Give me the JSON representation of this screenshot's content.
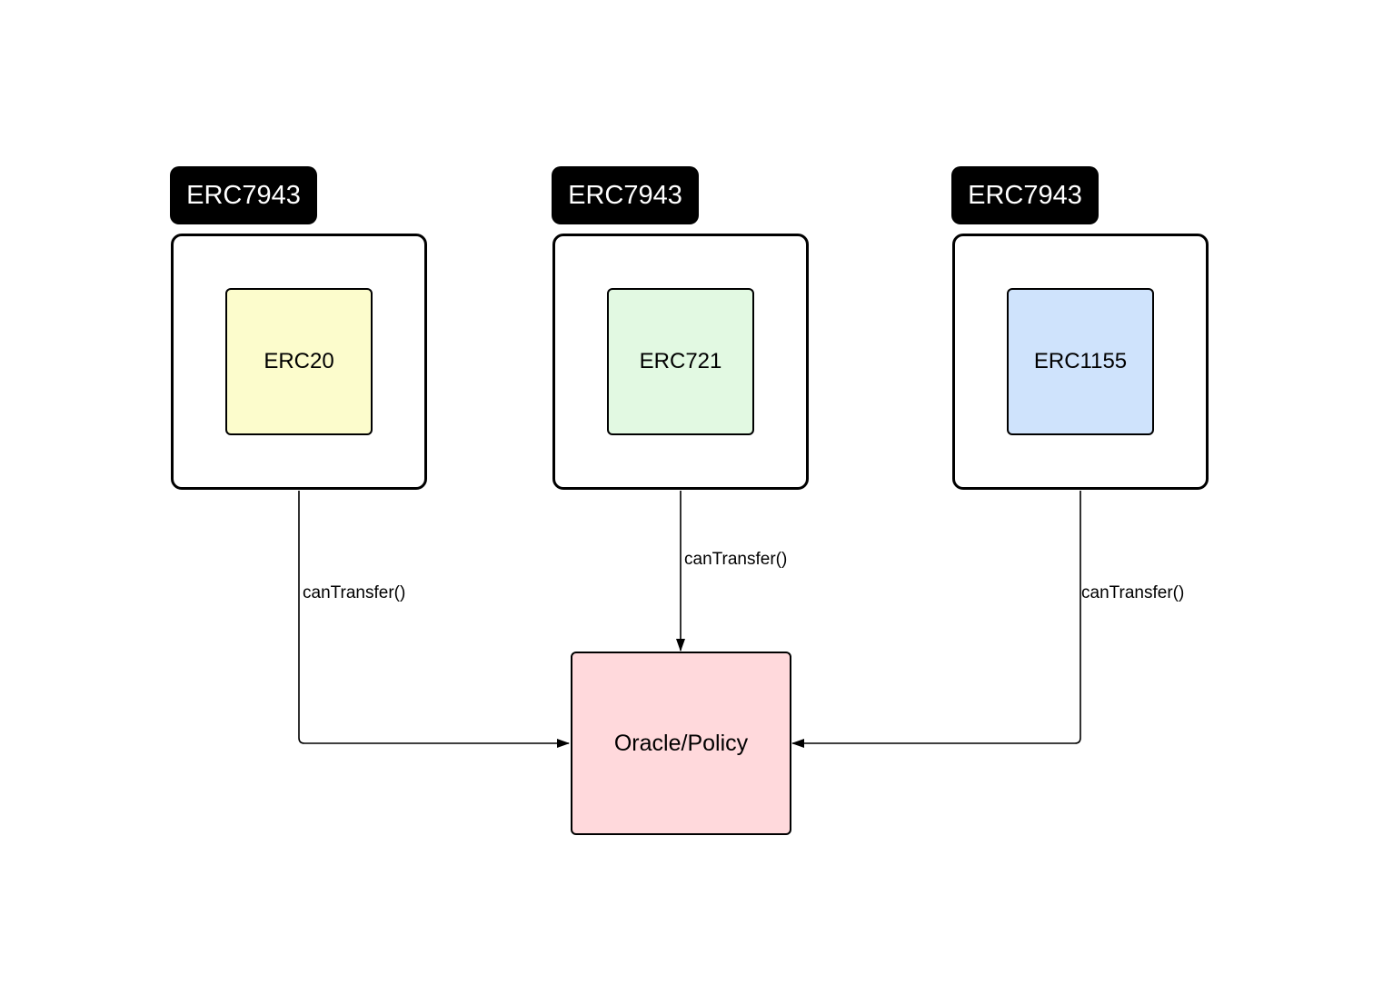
{
  "wrappers": [
    {
      "tag": "ERC7943",
      "token": "ERC20",
      "color": "#fcfccc"
    },
    {
      "tag": "ERC7943",
      "token": "ERC721",
      "color": "#e2f9e2"
    },
    {
      "tag": "ERC7943",
      "token": "ERC1155",
      "color": "#cfe3fc"
    }
  ],
  "oracle": {
    "label": "Oracle/Policy",
    "color": "#ffd9dc"
  },
  "edges": [
    {
      "label": "canTransfer()"
    },
    {
      "label": "canTransfer()"
    },
    {
      "label": "canTransfer()"
    }
  ]
}
